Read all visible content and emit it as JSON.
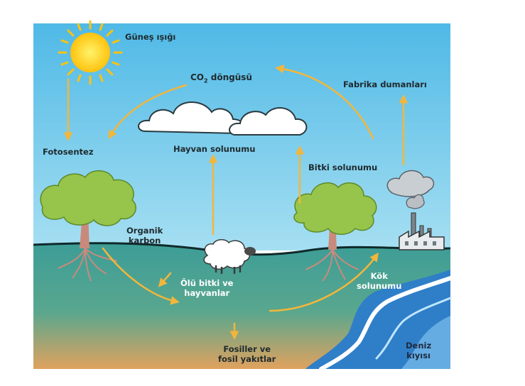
{
  "labels": {
    "sunlight": "Güneş ışığı",
    "co2_cycle_prefix": "CO",
    "co2_cycle_sub": "2",
    "co2_cycle_suffix": "döngüsü",
    "factory_smoke": "Fabrika dumanları",
    "photosynthesis": "Fotosentez",
    "animal_respiration": "Hayvan solunumu",
    "plant_respiration": "Bitki solunumu",
    "organic_carbon_1": "Organik",
    "organic_carbon_2": "karbon",
    "dead_organisms_1": "Ölü bitki ve",
    "dead_organisms_2": "hayvanlar",
    "root_respiration_1": "Kök",
    "root_respiration_2": "solunumu",
    "fossils_1": "Fosiller ve",
    "fossils_2": "fosil yakıtlar",
    "seashore_1": "Deniz",
    "seashore_2": "kıyısı"
  },
  "colors": {
    "sky": "#68c8ea",
    "ground": "#3f9f98",
    "soil_bottom": "#d9a163",
    "arrow": "#f3b63a",
    "sea": "#2f7ec8",
    "sun": "#ffd21f"
  }
}
